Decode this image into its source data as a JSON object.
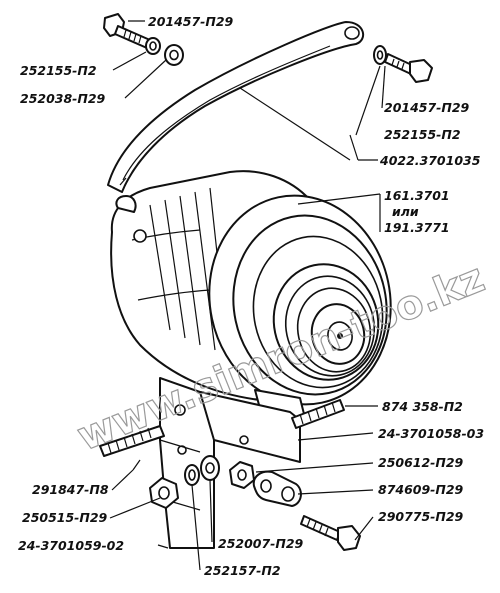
{
  "diagram": {
    "labels": [
      {
        "id": "l1",
        "text": "201457-П29"
      },
      {
        "id": "l2",
        "text": "252155-П2"
      },
      {
        "id": "l3",
        "text": "252038-П29"
      },
      {
        "id": "l4",
        "text": "201457-П29"
      },
      {
        "id": "l5",
        "text": "252155-П2"
      },
      {
        "id": "l6",
        "text": "4022.3701035"
      },
      {
        "id": "l7",
        "text": "161.3701"
      },
      {
        "id": "l8",
        "text": "или"
      },
      {
        "id": "l9",
        "text": "191.3771"
      },
      {
        "id": "l10",
        "text": "874 358-П2"
      },
      {
        "id": "l11",
        "text": "24-3701058-03"
      },
      {
        "id": "l12",
        "text": "250612-П29"
      },
      {
        "id": "l13",
        "text": "874609-П29"
      },
      {
        "id": "l14",
        "text": "291847-П8"
      },
      {
        "id": "l15",
        "text": "250515-П29"
      },
      {
        "id": "l16",
        "text": "290775-П29"
      },
      {
        "id": "l17",
        "text": "24-3701059-02"
      },
      {
        "id": "l18",
        "text": "252007-П29"
      },
      {
        "id": "l19",
        "text": "252157-П2"
      }
    ],
    "watermark": "www.simron-too.kz"
  }
}
